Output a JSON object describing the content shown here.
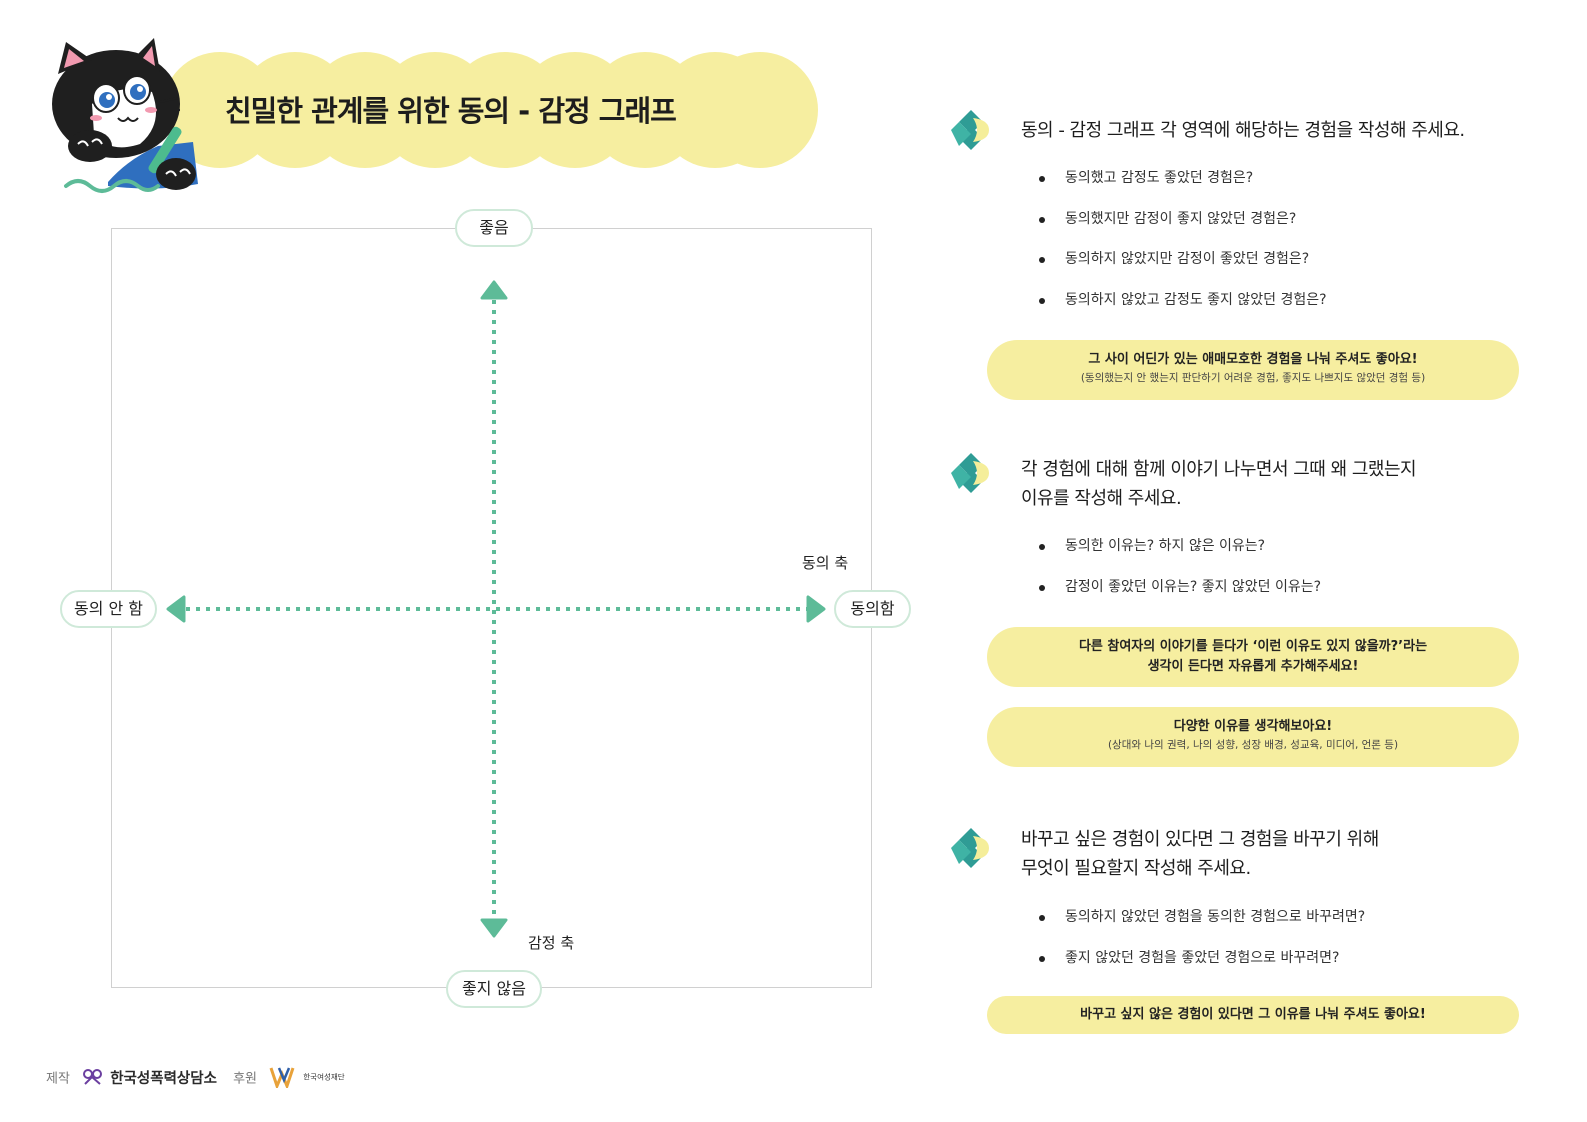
{
  "title": "친밀한 관계를 위한 동의 - 감정 그래프",
  "graph": {
    "top_label": "좋음",
    "bottom_label": "좋지 않음",
    "left_label": "동의 안 함",
    "right_label": "동의함",
    "horizontal_axis_caption": "동의 축",
    "vertical_axis_caption": "감정 축"
  },
  "sections": [
    {
      "heading_lines": [
        "동의 - 감정 그래프 각 영역에 해당하는 경험을 작성해 주세요."
      ],
      "bullets": [
        "동의했고 감정도 좋았던 경험은?",
        "동의했지만 감정이 좋지 않았던 경험은?",
        "동의하지 않았지만 감정이 좋았던 경험은?",
        "동의하지 않았고 감정도 좋지 않았던 경험은?"
      ],
      "notes": [
        {
          "main": "그 사이 어딘가 있는 애매모호한 경험을 나눠 주셔도 좋아요!",
          "sub": "(동의했는지 안 했는지 판단하기 어려운 경험, 좋지도 나쁘지도 않았던 경험 등)"
        }
      ]
    },
    {
      "heading_lines": [
        "각 경험에 대해 함께 이야기 나누면서 그때 왜 그랬는지",
        "이유를 작성해 주세요."
      ],
      "bullets": [
        "동의한 이유는? 하지 않은 이유는?",
        "감정이 좋았던 이유는? 좋지 않았던 이유는?"
      ],
      "notes": [
        {
          "main": "다른 참여자의 이야기를 듣다가 ‘이런 이유도 있지 않을까?’라는",
          "main2": "생각이 든다면 자유롭게 추가해주세요!"
        },
        {
          "main": "다양한 이유를 생각해보아요!",
          "sub": "(상대와 나의 권력, 나의 성향, 성장 배경, 성교육, 미디어, 언론 등)"
        }
      ]
    },
    {
      "heading_lines": [
        "바꾸고 싶은 경험이 있다면 그 경험을 바꾸기 위해",
        "무엇이 필요할지 작성해 주세요."
      ],
      "bullets": [
        "동의하지 않았던 경험을 동의한 경험으로 바꾸려면?",
        "좋지 않았던 경험을 좋았던 경험으로 바꾸려면?"
      ],
      "notes": [
        {
          "main": "바꾸고 싶지 않은 경험이 있다면 그 이유를 나눠 주셔도 좋아요!"
        }
      ]
    }
  ],
  "footer": {
    "made_by_label": "제작",
    "made_by_org": "한국성폭력상담소",
    "sponsor_label": "후원",
    "sponsor_org": "한국여성재단"
  },
  "colors": {
    "banner": "#f6eea0",
    "accent_green": "#5dbb98",
    "pill_border": "#cfe9d9",
    "icon_teal": "#2f9c95",
    "icon_yellow": "#f5ee9a"
  }
}
